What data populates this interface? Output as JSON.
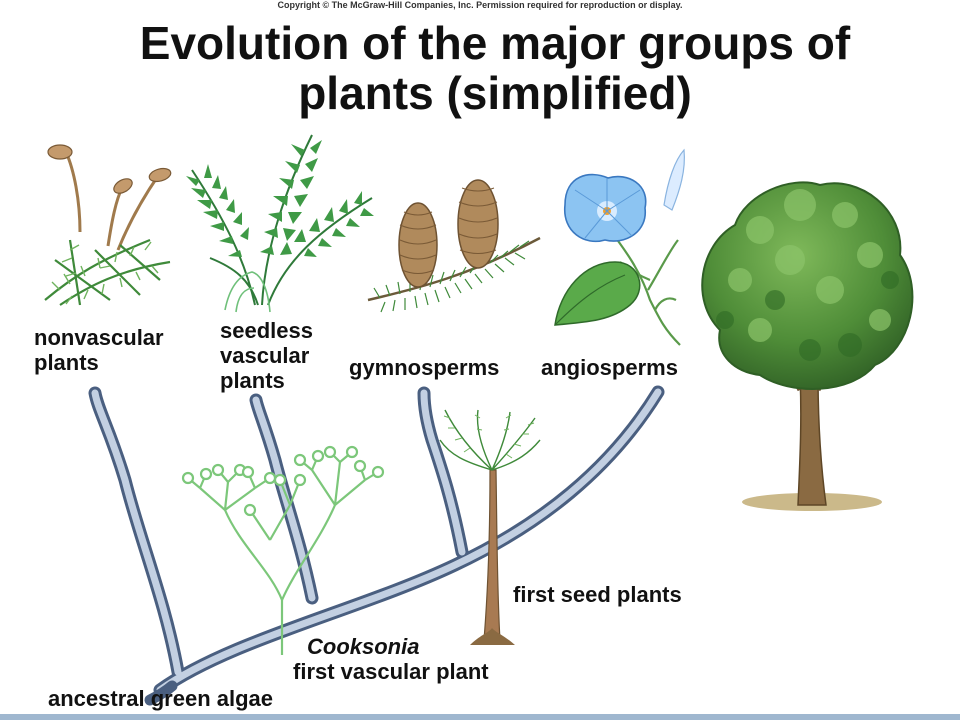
{
  "copyright": "Copyright © The McGraw-Hill Companies, Inc. Permission required for reproduction or display.",
  "title": {
    "line1": "Evolution of the major groups of",
    "line2": "plants (simplified)"
  },
  "groups": {
    "nonvascular": [
      "nonvascular",
      "plants"
    ],
    "seedless_vascular": [
      "seedless",
      "vascular",
      "plants"
    ],
    "gymnosperms": "gymnosperms",
    "angiosperms": "angiosperms"
  },
  "events": {
    "first_seed_plants": "first seed plants",
    "cooksonia": "Cooksonia",
    "first_vascular_plant": "first vascular plant",
    "ancestral_green_algae": "ancestral green algae"
  },
  "colors": {
    "branch": "#9cb0c8",
    "branch_edge": "#4a5f80",
    "leaf": "#3f8a3a",
    "cooksonia": "#7cc77a",
    "trunk": "#8a6a42",
    "flower": "#7fb8ee",
    "cone": "#a88456"
  },
  "icons": [
    "moss-icon",
    "fern-icon",
    "conifer-cone-icon",
    "morning-glory-icon",
    "deciduous-tree-icon",
    "cooksonia-icon",
    "seed-fern-icon"
  ]
}
